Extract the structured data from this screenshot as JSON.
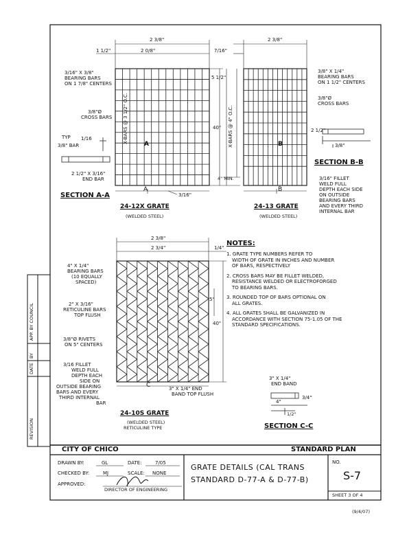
{
  "border_labels": {
    "rev_table": [
      "REVISION",
      "BY",
      "DATE",
      "APP. BY COUNCIL"
    ]
  },
  "section_aa": {
    "dims": {
      "overall": "2 3/8\"",
      "inner": "2 0/8\"",
      "left_offset": "1 1/2\"",
      "right": "5 1/2\"",
      "spacing": "X-BARS @ 3 1/2\" O.C.",
      "end_bar_dim": "3/16\""
    },
    "labels": [
      "3/16\" X 3/8\"",
      "BEARING BARS",
      "ON 1 7/8\" CENTERS",
      "3/8\"Ø",
      "CROSS BARS",
      "TYP",
      "1/16",
      "3/8\" BAR",
      "2 1/2\" X 3/16\"",
      "END BAR"
    ],
    "section_marks": [
      "A",
      "A"
    ],
    "title": "SECTION A-A",
    "grate_name": "24-12X GRATE",
    "grate_sub": "(WELDED STEEL)"
  },
  "section_bb": {
    "dims": {
      "overall": "2 3/8\"",
      "left_offset": "7/16\"",
      "spacing": "X-BARS @ 4\" O.C.",
      "height": "40\"",
      "bottom": "4\" MIN.",
      "bearing_small": "2 1/2\"",
      "bearing_width": "3/8\""
    },
    "labels": [
      "3/8\" X 1/4\"",
      "BEARING BARS",
      "ON 1 1/2\" CENTERS",
      "3/8\"Ø",
      "CROSS BARS",
      "3/16\" FILLET",
      "WELD FULL",
      "DEPTH EACH SIDE",
      "ON OUTSIDE",
      "BEARING BARS",
      "AND EVERY THIRD",
      "INTERNAL BAR"
    ],
    "section_marks": [
      "B",
      "B"
    ],
    "title": "SECTION B-B",
    "grate_name": "24-13 GRATE",
    "grate_sub": "(WELDED STEEL)"
  },
  "section_cc": {
    "dims": {
      "overall": "2 3/8\"",
      "inner": "2 3/4\"",
      "right": "1/4\"",
      "height": "40\"",
      "spacing": "5\""
    },
    "labels": [
      "4\" X 1/4\"",
      "BEARING BARS",
      "(10 EQUALLY",
      "SPACED)",
      "2\" X 3/16\"",
      "RETICULINE BARS",
      "TOP FLUSH",
      "3/8\"Ø RIVETS",
      "ON 5\" CENTERS",
      "3/16 FILLET",
      "WELD FULL",
      "DEPTH EACH",
      "SIDE ON",
      "OUTSIDE BEARING",
      "BARS AND EVERY",
      "THIRD INTERNAL",
      "BAR",
      "3\" X 1/4\" END",
      "BAND TOP FLUSH"
    ],
    "section_mark": "C",
    "grate_name": "24-10S GRATE",
    "grate_sub": "(WELDED STEEL)",
    "grate_sub2": "RETICULINE TYPE"
  },
  "section_c_detail": {
    "labels": [
      "3\" X 1/4\"",
      "END BAND",
      "4\"",
      "3/4\"",
      "1/2\""
    ],
    "title": "SECTION C-C"
  },
  "notes": {
    "title": "NOTES:",
    "items": [
      [
        "1. GRATE TYPE NUMBERS REFER TO",
        "WIDTH OF GRATE IN INCHES AND NUMBER",
        "OF BARS, RESPECTIVELY"
      ],
      [
        "2. CROSS BARS MAY BE FILLET WELDED,",
        "RESISTANCE WELDED OR ELECTROFORGED",
        "TO BEARING BARS."
      ],
      [
        "3. ROUNDED TOP OF BARS OPTIONAL ON",
        "ALL GRATES."
      ],
      [
        "4. ALL GRATES SHALL BE GALVANIZED IN",
        "ACCORDANCE WITH SECTION 75-1.05 OF THE",
        "STANDARD SPECIFICATIONS."
      ]
    ]
  },
  "title_block": {
    "city": "CITY OF CHICO",
    "standard": "STANDARD PLAN",
    "drawn_label": "DRAWN BY:",
    "drawn_val": "GL",
    "date_label": "DATE:",
    "date_val": "7/05",
    "checked_label": "CHECKED BY:",
    "checked_val": "MJ",
    "scale_label": "SCALE:",
    "scale_val": "NONE",
    "approved_label": "APPROVED:",
    "director": "DIRECTOR OF ENGINEERING",
    "title_line1": "GRATE DETAILS (CAL TRANS",
    "title_line2": "STANDARD D-77-A & D-77-B)",
    "no_label": "NO.",
    "no_val": "S-7",
    "sheet": "SHEET 3 OF 4"
  },
  "footer_date": "(9/4/07)"
}
